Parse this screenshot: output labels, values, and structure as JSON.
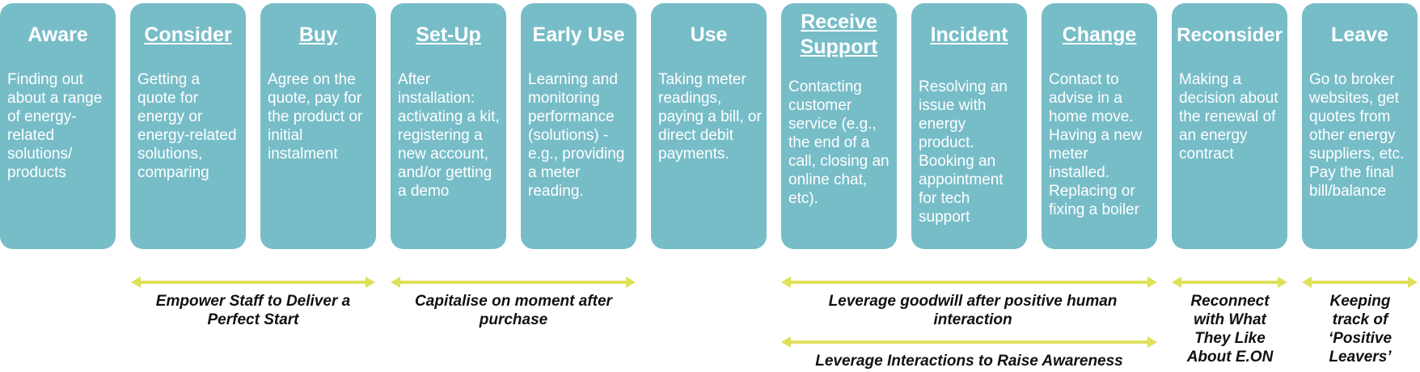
{
  "stages": [
    {
      "title": "Aware",
      "underlined": false,
      "desc": "Finding out about a range of energy-related solutions/ products"
    },
    {
      "title": "Consider",
      "underlined": true,
      "desc": "Getting a quote for energy or energy-related solutions, comparing"
    },
    {
      "title": "Buy",
      "underlined": true,
      "desc": "Agree on the quote, pay for the product or initial instalment"
    },
    {
      "title": "Set-Up",
      "underlined": true,
      "desc": "After installation: activating a kit, registering a new account, and/or getting a demo"
    },
    {
      "title": "Early Use",
      "underlined": false,
      "desc": "Learning and monitoring performance (solutions) - e.g., providing a meter reading."
    },
    {
      "title": "Use",
      "underlined": false,
      "desc": "Taking meter readings, paying a bill, or direct debit payments."
    },
    {
      "title": "Receive Support",
      "underlined": true,
      "desc": "Contacting customer service (e.g., the end of a call, closing an online chat, etc)."
    },
    {
      "title": "Incident",
      "underlined": true,
      "desc": "Resolving an issue with energy product. Booking an appointment for tech support"
    },
    {
      "title": "Change",
      "underlined": true,
      "desc": "Contact to advise in a home move. Having a new meter installed. Replacing or fixing a boiler"
    },
    {
      "title": "Reconsider",
      "underlined": false,
      "desc": "Making a decision about the renewal of an energy contract"
    },
    {
      "title": "Leave",
      "underlined": false,
      "desc": "Go to broker websites, get quotes from other energy suppliers, etc. Pay the final bill/balance"
    }
  ],
  "opportunities": {
    "empower": "Empower Staff to Deliver a Perfect Start",
    "capitalise": "Capitalise on moment after purchase",
    "goodwill": "Leverage goodwill after positive human interaction",
    "awareness": "Leverage Interactions to Raise Awareness",
    "reconnect": "Reconnect with What They Like About E.ON",
    "keeping": "Keeping track of ‘Positive Leavers’"
  },
  "colors": {
    "card": "#77bdc8",
    "arrow": "#dfe05a",
    "label": "#111111"
  }
}
